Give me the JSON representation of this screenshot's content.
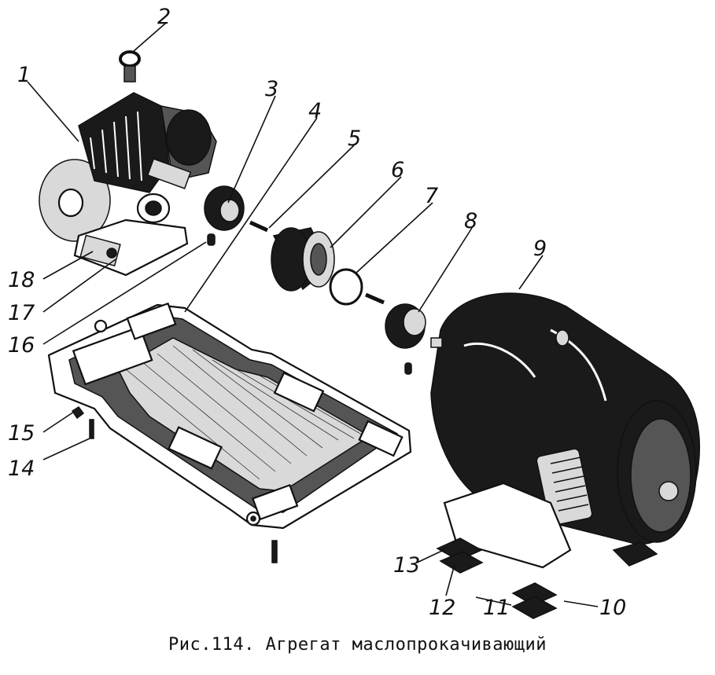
{
  "caption": "Рис.114. Агрегат маслопрокачивающий",
  "callouts": [
    "1",
    "2",
    "3",
    "4",
    "5",
    "6",
    "7",
    "8",
    "9",
    "10",
    "11",
    "12",
    "13",
    "14",
    "15",
    "16",
    "17",
    "18"
  ],
  "parts": {
    "pump": "pump-assembly",
    "eyebolt": "eye-bolt",
    "drive_gear": "drive-gear",
    "base_frame": "base-frame",
    "pin": "pin",
    "coupling_sleeve": "coupling-sleeve",
    "retaining_ring": "retaining-ring",
    "motor_gear": "motor-gear",
    "motor": "electric-motor",
    "shims": "shim-plates"
  }
}
